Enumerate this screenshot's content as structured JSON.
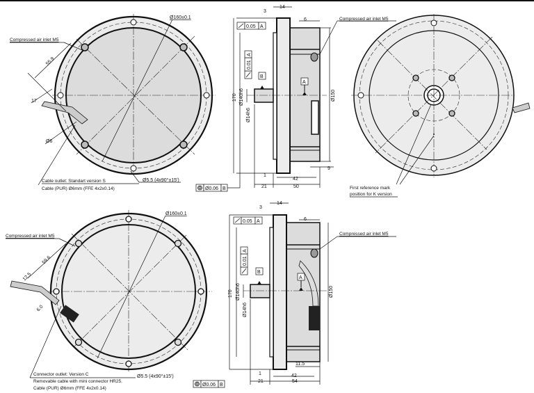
{
  "top_front": {
    "air_inlet": "Compressed air inlet M5",
    "dim_angle": "55.9",
    "dim_17": "17",
    "dim_cable": "Ø6",
    "dia_outer": "Ø160±0.1",
    "holes": "Ø5.5 (4x90°±15')",
    "cable_line1": "Cable outlet: Standart version  S",
    "cable_line2": "Cable (PUR) Ø6mm (FFE 4x2x0.14)",
    "concentricity": "Ø0.06",
    "concentricity_ref": "B"
  },
  "top_side": {
    "dim_3": "3",
    "dim_14": "14",
    "dim_6": "6",
    "runout1_value": "0.05",
    "runout1_ref": "A",
    "dim_170": "170",
    "dim_140": "Ø140h6",
    "dim_14h6": "Ø14h6",
    "runout2_value": "0.01",
    "runout2_ref": "A",
    "datum_b": "B",
    "datum_a": "A",
    "dim_150": "Ø150",
    "dim_1": "1",
    "dim_42": "42",
    "dim_9": "9",
    "dim_21": "21",
    "dim_len": "50",
    "air_inlet": "Compressed air inlet M5"
  },
  "top_rear": {
    "ref_mark_line1": "First reference mark",
    "ref_mark_line2": "position for K version"
  },
  "bottom_front": {
    "air_inlet": "Compressed air inlet M5",
    "dim_angle": "59.6",
    "dim_12": "12.5",
    "dim_6": "6.0",
    "dia_outer": "Ø160±0.1",
    "holes": "Ø5.5 (4x90°±15')",
    "conn_line1": "Connector outlet: Version C",
    "conn_line2": "Removable cable with mini connector HR25.",
    "conn_line3": "Cable (PUR) Ø6mm (FFE 4x2x0.14)",
    "concentricity": "Ø0.06",
    "concentricity_ref": "B"
  },
  "bottom_side": {
    "dim_3": "3",
    "dim_14": "14",
    "dim_6": "6",
    "runout1_value": "0.05",
    "runout1_ref": "A",
    "dim_170": "170",
    "dim_140": "Ø140h6",
    "dim_14h6": "Ø14h6",
    "runout2_value": "0.01",
    "runout2_ref": "A",
    "datum_b": "B",
    "datum_a": "A",
    "dim_150": "Ø150",
    "dim_11": "11.5",
    "dim_1": "1",
    "dim_42": "42",
    "dim_21": "21",
    "dim_len": "54",
    "air_inlet": "Compressed air inlet M5"
  }
}
